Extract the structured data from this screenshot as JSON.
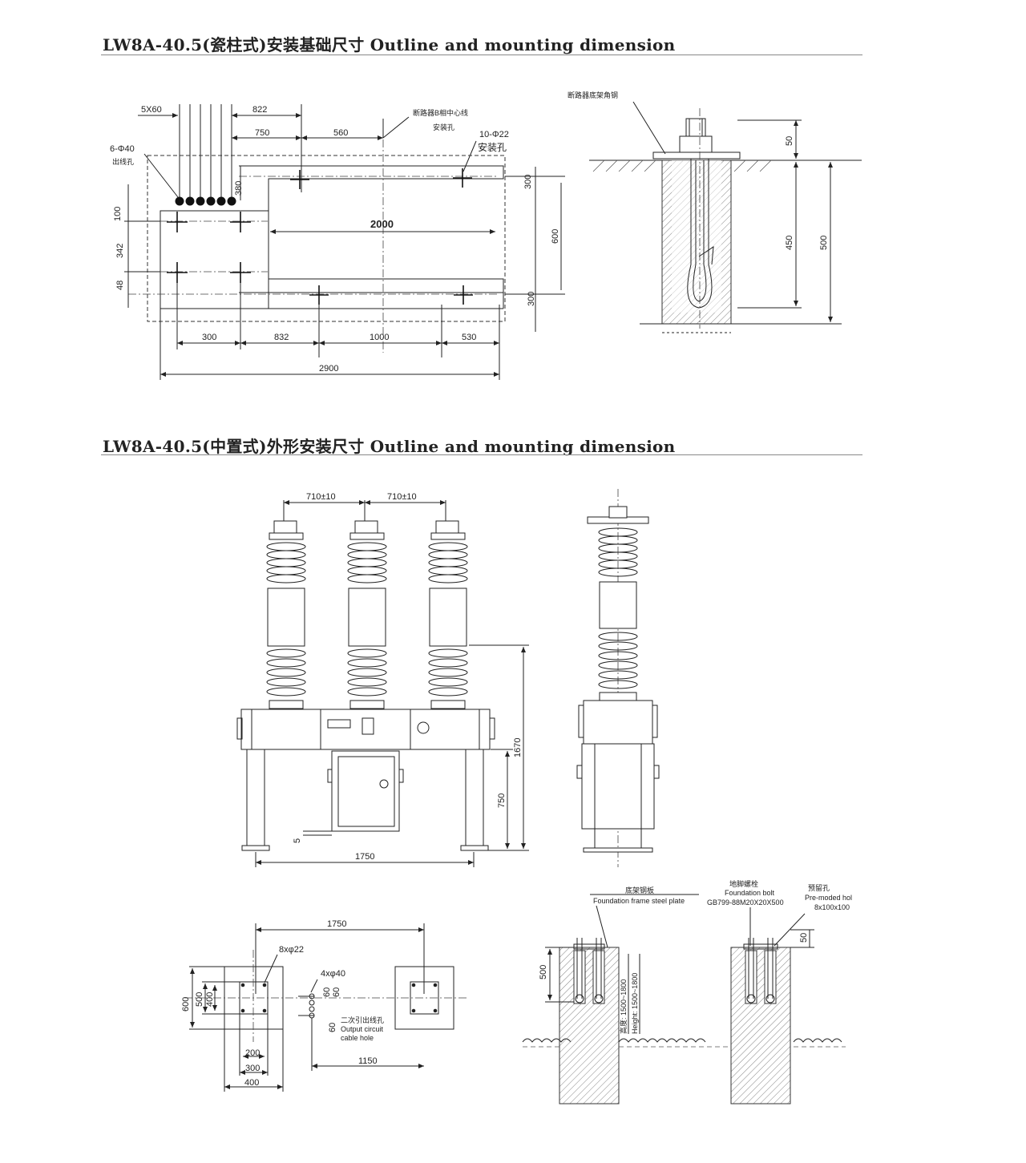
{
  "section1": {
    "title": "LW8A-40.5(瓷柱式)安装基础尺寸  Outline and mounting dimension",
    "labels": {
      "bus": "5X60",
      "d822": "822",
      "d750": "750",
      "d560": "560",
      "center_line_1": "断路器B相中心线",
      "center_line_2": "安装孔",
      "holes_10": "10-Φ22",
      "mount_hole": "安装孔",
      "holes_6": "6-Φ40",
      "outlet_hole": "出线孔",
      "d380": "380",
      "d100": "100",
      "d342": "342",
      "d48": "48",
      "d2000": "2000",
      "d300a": "300",
      "d600": "600",
      "d300b": "300",
      "d300c": "300",
      "d832": "832",
      "d1000": "1000",
      "d530": "530",
      "d2900": "2900",
      "angle_steel": "断路器底架角钢",
      "d50": "50",
      "d450": "450",
      "d500": "500"
    }
  },
  "section2": {
    "title": "LW8A-40.5(中置式)外形安装尺寸  Outline and mounting dimension",
    "labels": {
      "pitch1": "710±10",
      "pitch2": "710±10",
      "d1670": "1670",
      "d750": "750",
      "d5": "5",
      "d1750": "1750"
    }
  },
  "section3": {
    "labels": {
      "d1750": "1750",
      "holes8": "8xφ22",
      "holes4": "4xφ40",
      "d600": "600",
      "d500": "500",
      "d400v": "400",
      "d60a": "60",
      "d60b": "60",
      "d60c": "60",
      "cable_cn": "二次引出线孔",
      "cable_en1": "Output circuit",
      "cable_en2": "cable hole",
      "d200": "200",
      "d300": "300",
      "d400": "400",
      "d1150": "1150",
      "plate_cn": "底架钢板",
      "plate_en": "Foundation frame steel plate",
      "bolt_cn": "地脚螺栓",
      "bolt_en": "Foundation bolt",
      "bolt_spec": "GB799-88M20X20X500",
      "hole_cn": "预留孔",
      "hole_en": "Pre-moded hol",
      "hole_spec": "8x100x100",
      "d50": "50",
      "height_cn": "高度: 1500~1800",
      "height_en": "Height: 1500~1800"
    }
  }
}
